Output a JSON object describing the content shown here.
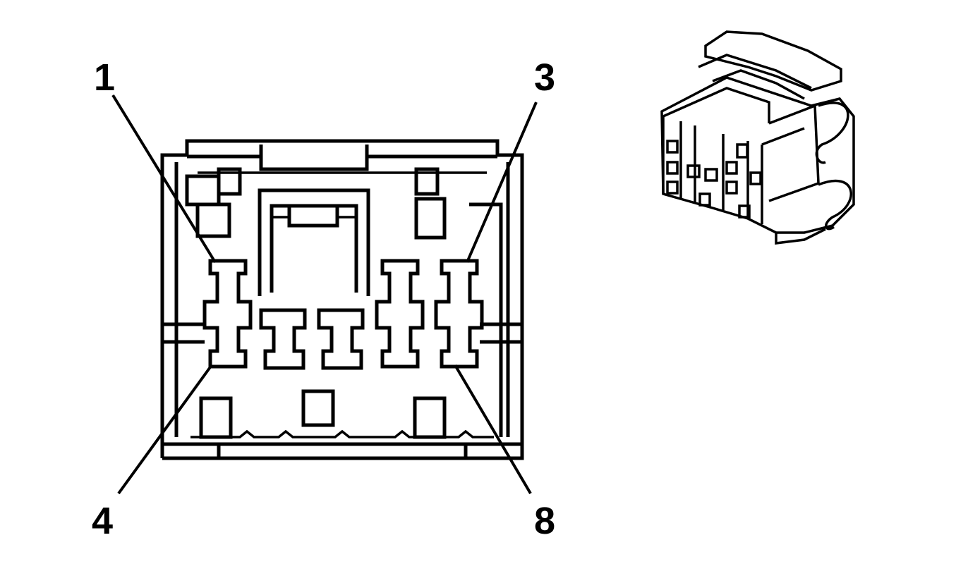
{
  "diagram": {
    "pin_labels": [
      {
        "id": "pin-1",
        "text": "1"
      },
      {
        "id": "pin-3",
        "text": "3"
      },
      {
        "id": "pin-4",
        "text": "4"
      },
      {
        "id": "pin-8",
        "text": "8"
      }
    ],
    "colors": {
      "line": "#000000",
      "background": "#ffffff"
    }
  }
}
